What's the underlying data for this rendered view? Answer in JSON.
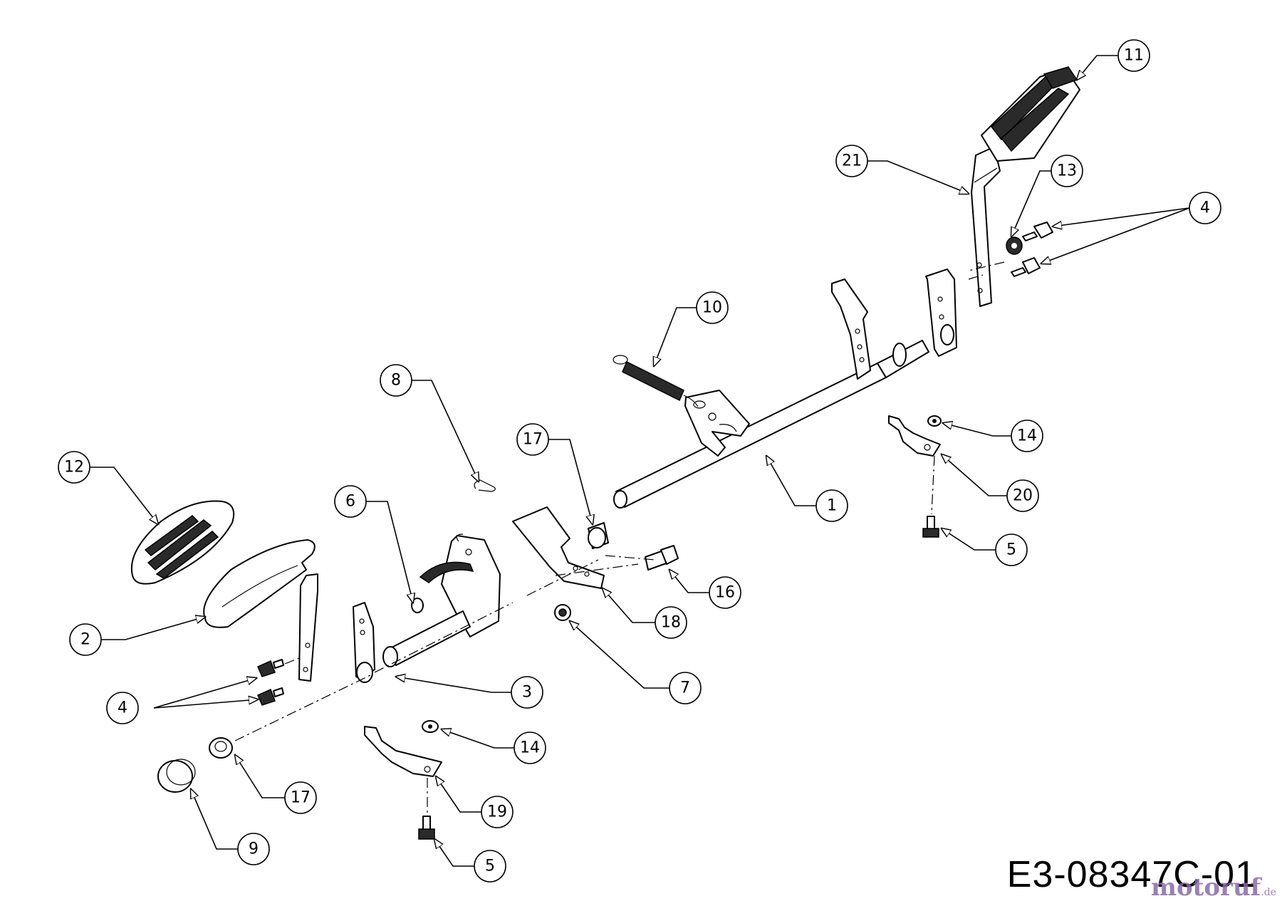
{
  "drawing": {
    "code": "E3-08347C-01",
    "watermark": "motoruf",
    "watermark_tld": ".de"
  },
  "callouts": [
    {
      "id": "c11",
      "label": "11"
    },
    {
      "id": "c21",
      "label": "21"
    },
    {
      "id": "c13",
      "label": "13"
    },
    {
      "id": "c4a",
      "label": "4"
    },
    {
      "id": "c10",
      "label": "10"
    },
    {
      "id": "c8",
      "label": "8"
    },
    {
      "id": "c17a",
      "label": "17"
    },
    {
      "id": "c14a",
      "label": "14"
    },
    {
      "id": "c12",
      "label": "12"
    },
    {
      "id": "c20",
      "label": "20"
    },
    {
      "id": "c6",
      "label": "6"
    },
    {
      "id": "c1",
      "label": "1"
    },
    {
      "id": "c5a",
      "label": "5"
    },
    {
      "id": "c16",
      "label": "16"
    },
    {
      "id": "c18",
      "label": "18"
    },
    {
      "id": "c2",
      "label": "2"
    },
    {
      "id": "c7",
      "label": "7"
    },
    {
      "id": "c3",
      "label": "3"
    },
    {
      "id": "c4b",
      "label": "4"
    },
    {
      "id": "c14b",
      "label": "14"
    },
    {
      "id": "c17b",
      "label": "17"
    },
    {
      "id": "c19",
      "label": "19"
    },
    {
      "id": "c9",
      "label": "9"
    },
    {
      "id": "c5b",
      "label": "5"
    }
  ]
}
